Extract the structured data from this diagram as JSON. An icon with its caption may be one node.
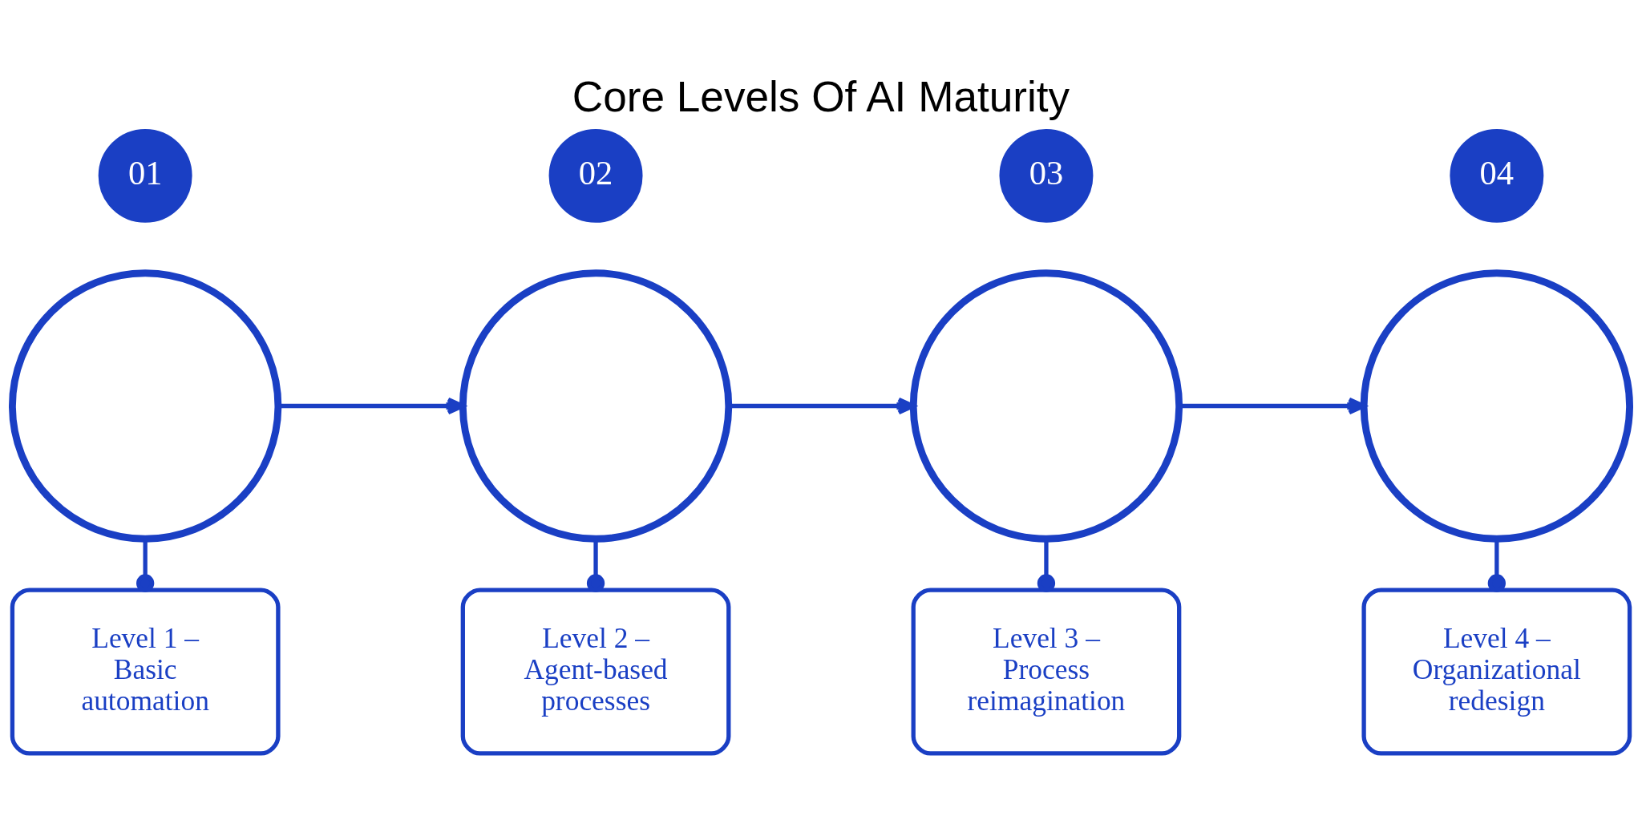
{
  "diagram": {
    "title": "Core Levels Of AI Maturity",
    "nodes": [
      {
        "text": [
          "01"
        ]
      },
      {
        "text": [
          "02"
        ]
      },
      {
        "text": [
          "03"
        ]
      },
      {
        "text": [
          "04"
        ]
      },
      {
        "text": [],
        "shape": "circle"
      },
      {
        "text": [],
        "shape": "circle"
      },
      {
        "text": [],
        "shape": "circle"
      },
      {
        "text": [],
        "shape": "circle"
      },
      {
        "text": [
          "Level 1 – Basic automation"
        ]
      },
      {
        "text": [
          "Level 2 – Agent-based processes"
        ]
      },
      {
        "text": [
          "Level 3 – Process reimagination"
        ]
      },
      {
        "text": [
          "Level 4 – Organizational redesign"
        ]
      }
    ],
    "edges": [
      {
        "from": 4,
        "to": 5,
        "arrow": "to"
      },
      {
        "from": 5,
        "to": 6,
        "arrow": "to"
      },
      {
        "from": 6,
        "to": 7,
        "arrow": "to"
      },
      {
        "from": 4,
        "to": 8,
        "arrow": "other"
      },
      {
        "from": 5,
        "to": 9,
        "arrow": "other"
      },
      {
        "from": 6,
        "to": 10,
        "arrow": "other"
      },
      {
        "from": 7,
        "to": 11,
        "arrow": "other"
      }
    ]
  }
}
